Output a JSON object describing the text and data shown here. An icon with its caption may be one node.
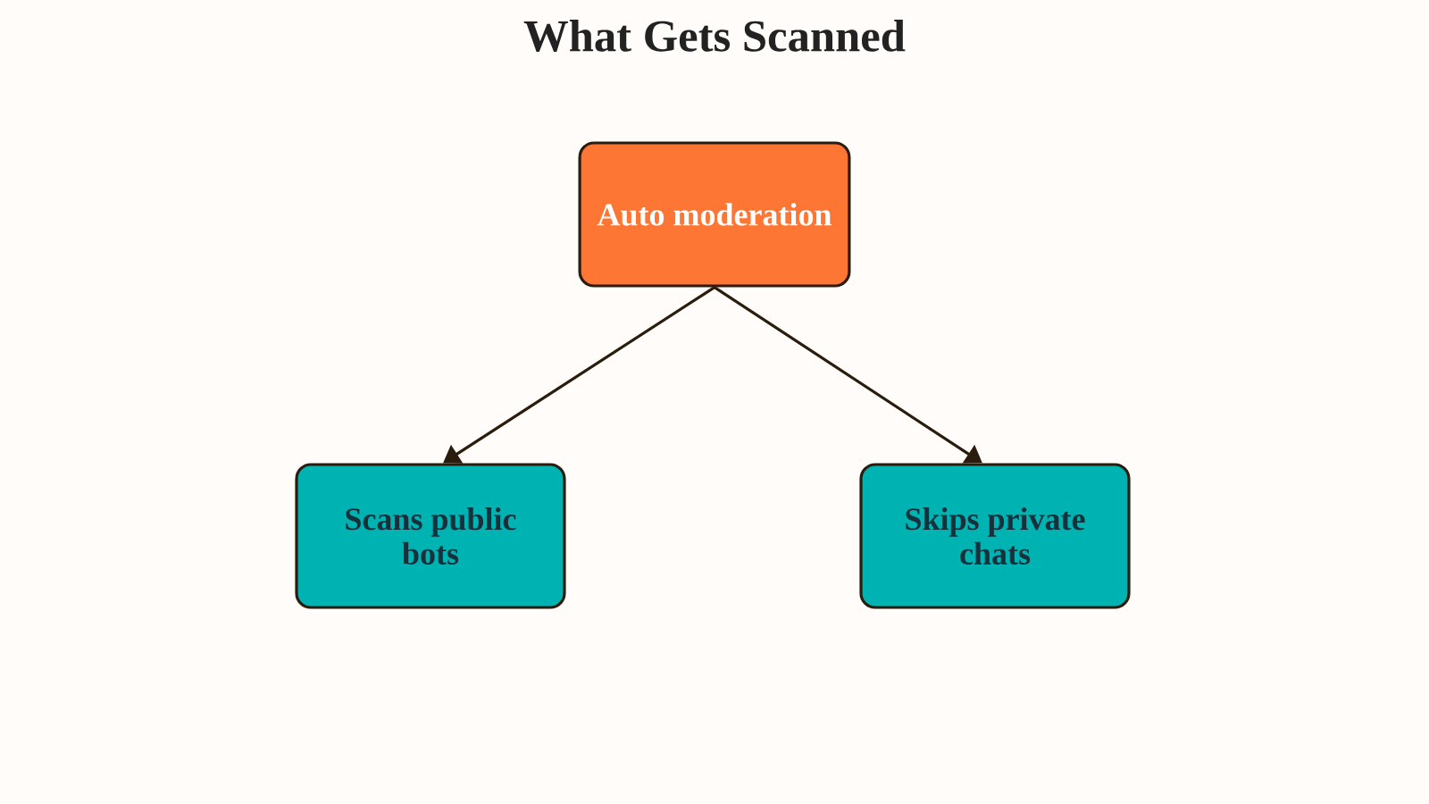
{
  "diagram": {
    "title": "What Gets Scanned",
    "nodes": [
      {
        "text": [
          "Auto moderation"
        ]
      },
      {
        "text": [
          "Scans public bots"
        ]
      },
      {
        "text": [
          "Skips private chats"
        ]
      }
    ],
    "edges": [
      {
        "from": 0,
        "to": 1,
        "arrow": "to"
      },
      {
        "from": 0,
        "to": 2,
        "arrow": "to"
      }
    ]
  }
}
